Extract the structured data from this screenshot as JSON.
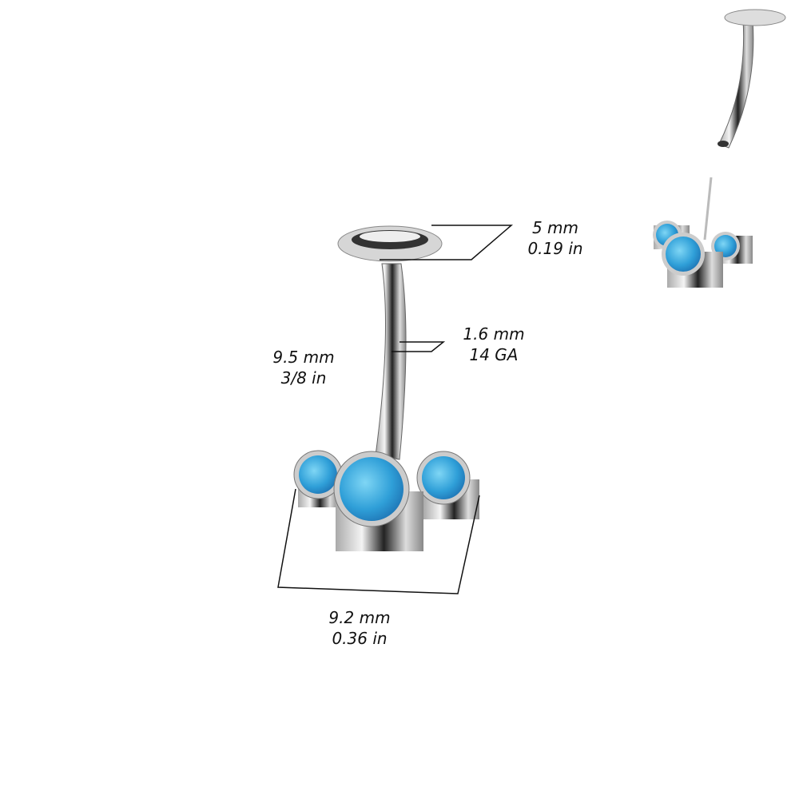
{
  "dimensions": {
    "top_disc": {
      "mm": "5 mm",
      "in": "0.19 in"
    },
    "gauge": {
      "mm": "1.6 mm",
      "ga": "14 GA"
    },
    "length": {
      "mm": "9.5 mm",
      "in": "3/8 in"
    },
    "bottom_width": {
      "mm": "9.2 mm",
      "in": "0.36 in"
    }
  },
  "colors": {
    "opal": "#2f9fd8",
    "metal": "#c8c8c8",
    "line": "#111111"
  }
}
